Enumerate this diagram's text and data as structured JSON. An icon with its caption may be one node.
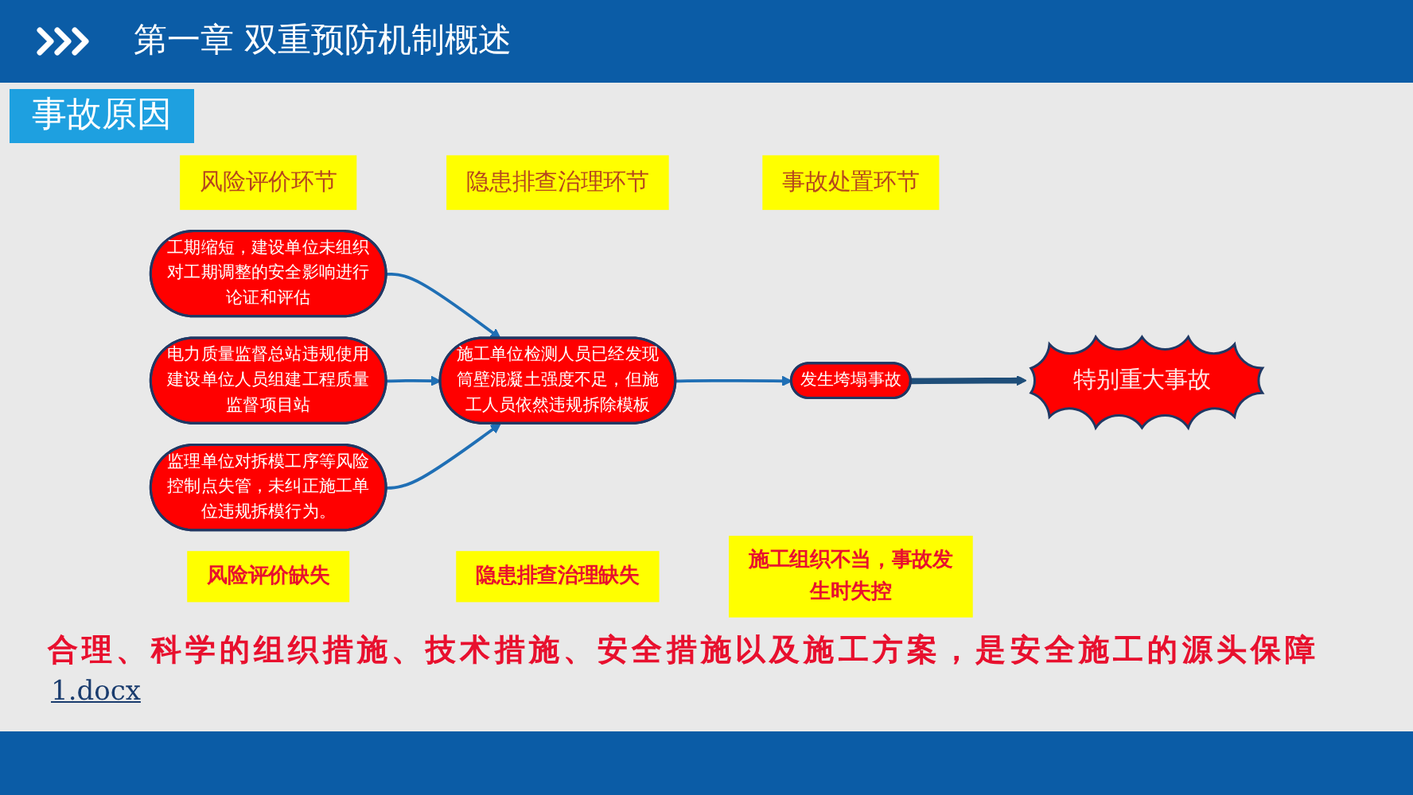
{
  "diagram": {
    "title": "第一章 双重预防机制概述",
    "nodes": [
      {
        "text": [
          "风险评价环节"
        ]
      },
      {
        "text": [
          "隐患排查治理环节"
        ]
      },
      {
        "text": [
          "事故处置环节"
        ]
      },
      {
        "text": [
          "工期缩短，建设单位未组织对工期调整的安全影响进行论证和评估"
        ]
      },
      {
        "text": [
          "电力质量监督总站违规使用建设单位人员组建工程质量监督项目站"
        ]
      },
      {
        "text": [
          "施工单位检测人员已经发现筒壁混凝土强度不足，但施工人员依然违规拆除模板"
        ]
      },
      {
        "text": [
          "监理单位对拆模工序等风险控制点失管，未纠正施工单位违规拆模行为。"
        ]
      },
      {
        "text": [
          "发生垮塌事故"
        ]
      },
      {
        "text": [
          "特别重大事故"
        ]
      },
      {
        "text": [
          "风险评价缺失"
        ]
      },
      {
        "text": [
          "隐患排查治理缺失"
        ]
      },
      {
        "text": [
          "施工组织不当，事故发生时失控"
        ]
      }
    ],
    "edges": [
      {
        "from": 3,
        "to": 5,
        "arrow": "to"
      },
      {
        "from": 4,
        "to": 5,
        "arrow": "to"
      },
      {
        "from": 6,
        "to": 5,
        "arrow": "to"
      },
      {
        "from": 5,
        "to": 7,
        "arrow": "to"
      },
      {
        "from": 7,
        "to": 8,
        "arrow": "to",
        "style": "thick",
        "color": "#1f4e79"
      }
    ],
    "labels": [
      "事故原因",
      "合理、科学的组织措施、技术措施、安全措施以及施工方案，是安全施工的源头保障",
      "1.docx"
    ]
  }
}
